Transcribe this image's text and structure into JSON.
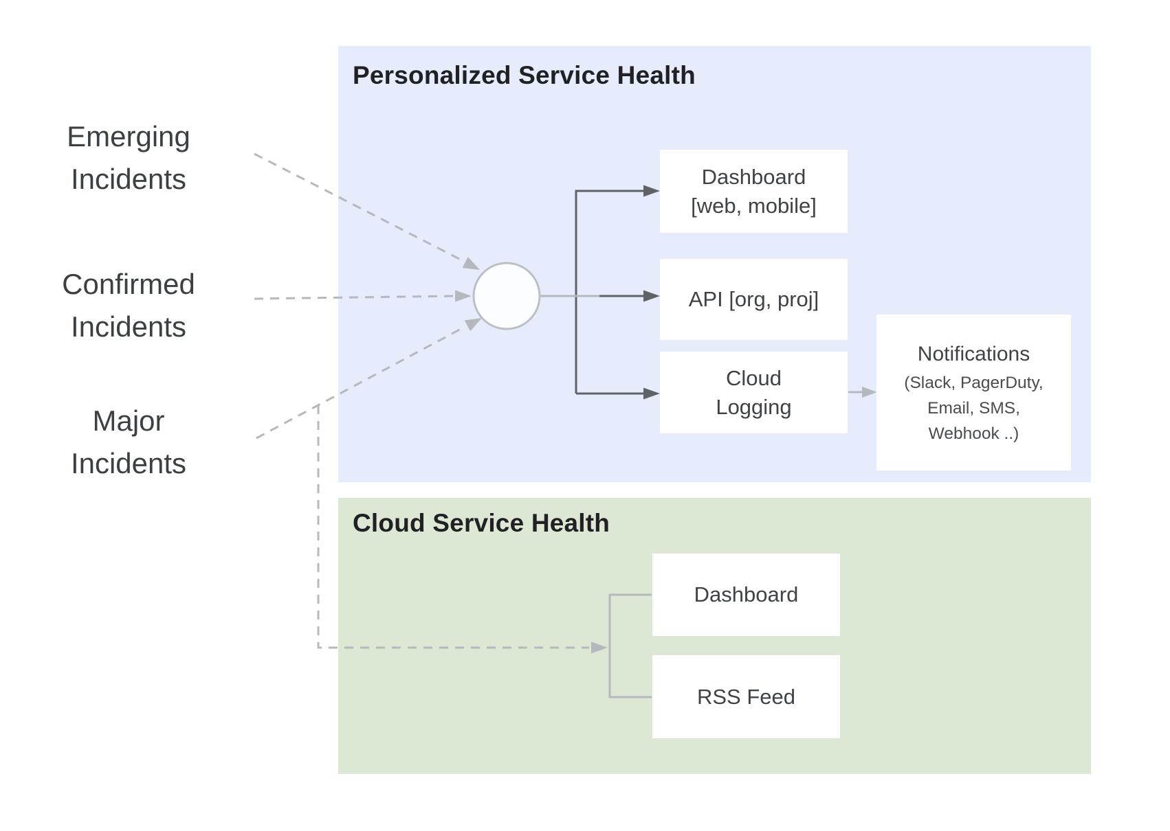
{
  "colors": {
    "personalized_panel": "#e6ecfb",
    "cloud_panel": "#dde8d4",
    "box_background": "#ffffff",
    "dark_arrow": "#5f6368",
    "light_arrow": "#b5b9be",
    "title_text": "#202124",
    "body_text": "#3c4043"
  },
  "sources": [
    {
      "line1": "Emerging",
      "line2": "Incidents"
    },
    {
      "line1": "Confirmed",
      "line2": "Incidents"
    },
    {
      "line1": "Major",
      "line2": "Incidents"
    }
  ],
  "personalized": {
    "title": "Personalized Service Health",
    "boxes": {
      "dashboard": {
        "line1": "Dashboard",
        "line2": "[web, mobile]"
      },
      "api": {
        "label": "API [org, proj]"
      },
      "logging": {
        "line1": "Cloud",
        "line2": "Logging"
      },
      "notifications": {
        "title": "Notifications",
        "line1": "(Slack, PagerDuty,",
        "line2": "Email, SMS,",
        "line3": "Webhook ..)"
      }
    }
  },
  "cloud": {
    "title": "Cloud Service Health",
    "boxes": {
      "dashboard": {
        "label": "Dashboard"
      },
      "rss": {
        "label": "RSS Feed"
      }
    }
  }
}
